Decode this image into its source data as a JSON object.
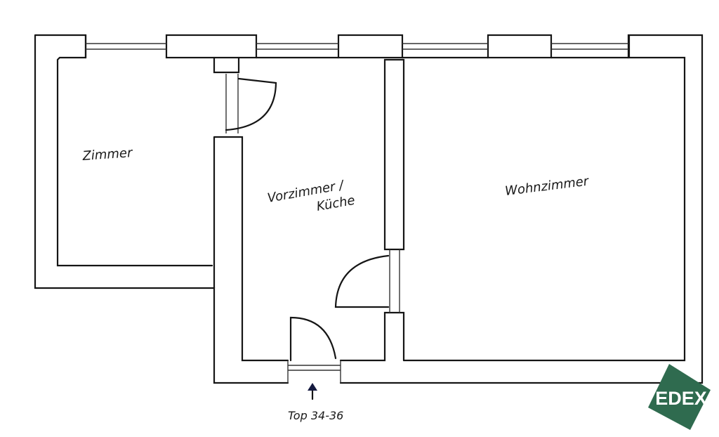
{
  "floorplan": {
    "rooms": [
      {
        "label": "Zimmer"
      },
      {
        "label_line1": "Vorzimmer /",
        "label_line2": "Küche"
      },
      {
        "label": "Wohnzimmer"
      }
    ],
    "entrance_label": "Top 34-36",
    "logo_text": "EDEX",
    "colors": {
      "logo": "#2f6b4f",
      "ink": "#151515"
    }
  }
}
